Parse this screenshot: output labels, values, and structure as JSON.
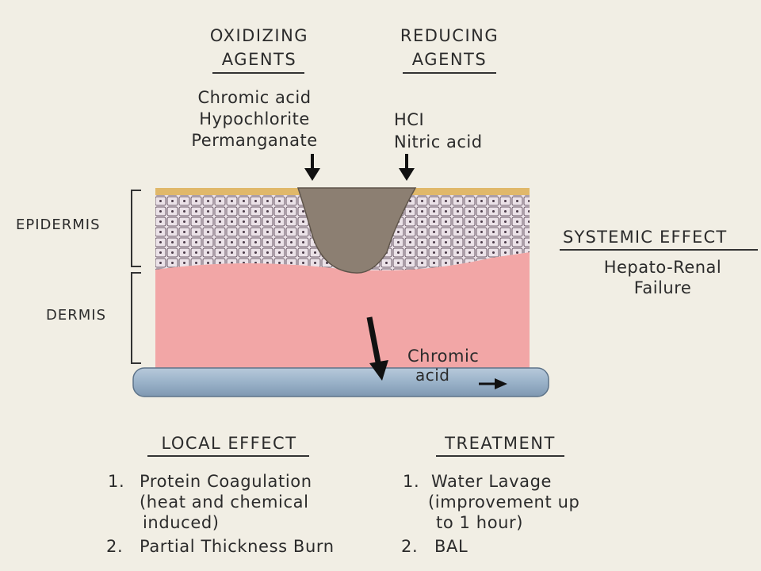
{
  "oxidizing": {
    "title_line1": "OXIDIZING",
    "title_line2": "AGENTS",
    "agents": [
      "Chromic acid",
      "Hypochlorite",
      "Permanganate"
    ]
  },
  "reducing": {
    "title_line1": "REDUCING",
    "title_line2": "AGENTS",
    "agents": [
      "HCI",
      "Nitric acid"
    ]
  },
  "layers": {
    "epidermis": "EPIDERMIS",
    "dermis": "DERMIS"
  },
  "vessel": {
    "label_line1": "Chromic",
    "label_line2": "acid"
  },
  "systemic": {
    "title": "SYSTEMIC EFFECT",
    "line1": "Hepato-Renal",
    "line2": "Failure"
  },
  "local_effect": {
    "title": "LOCAL EFFECT",
    "items": [
      {
        "num": "1.",
        "lines": [
          "Protein Coagulation",
          "(heat and chemical",
          "induced)"
        ]
      },
      {
        "num": "2.",
        "lines": [
          "Partial Thickness Burn"
        ]
      }
    ]
  },
  "treatment": {
    "title": "TREATMENT",
    "items": [
      {
        "num": "1.",
        "lines": [
          "Water Lavage",
          "(improvement up",
          "to 1 hour)"
        ]
      },
      {
        "num": "2.",
        "lines": [
          "BAL"
        ]
      }
    ]
  },
  "colors": {
    "background": "#f1eee4",
    "dermis": "#f2a6a6",
    "epidermis": "#e6dbe2",
    "stratum_corneum": "#e0b86a",
    "burn": "#8c7f72",
    "vessel": "#9fb6cd"
  }
}
